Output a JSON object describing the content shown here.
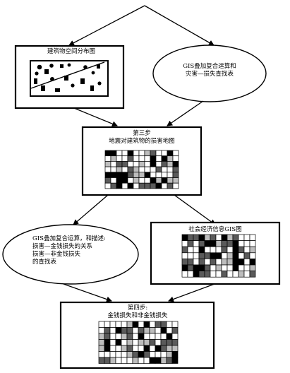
{
  "diagram": {
    "box_building_distribution": {
      "title": "建筑物空间分布图"
    },
    "ellipse_gis_overlay_1": {
      "line1": "GIS叠加复合运算和",
      "line2": "灾害—损失查找表"
    },
    "box_step3": {
      "line1": "第三步",
      "line2": "地震对建筑物的损害地图"
    },
    "ellipse_gis_overlay_2": {
      "line1": "GIS叠加复合运算，和描述:",
      "line2": "损害—金钱损失的关系",
      "line3": "损害—非金钱损失",
      "line4": "的查找表"
    },
    "box_socioeconomic": {
      "title": "社会经济信息GIS图"
    },
    "box_step4": {
      "line1": "第四步:",
      "line2": "金钱损失和非金钱损失"
    }
  },
  "colors": {
    "line": "#000000",
    "background": "#ffffff",
    "cell_light": "#ffffff",
    "cell_mid": "#bdbdbd",
    "cell_dark": "#5a5a5a",
    "cell_black": "#000000"
  }
}
